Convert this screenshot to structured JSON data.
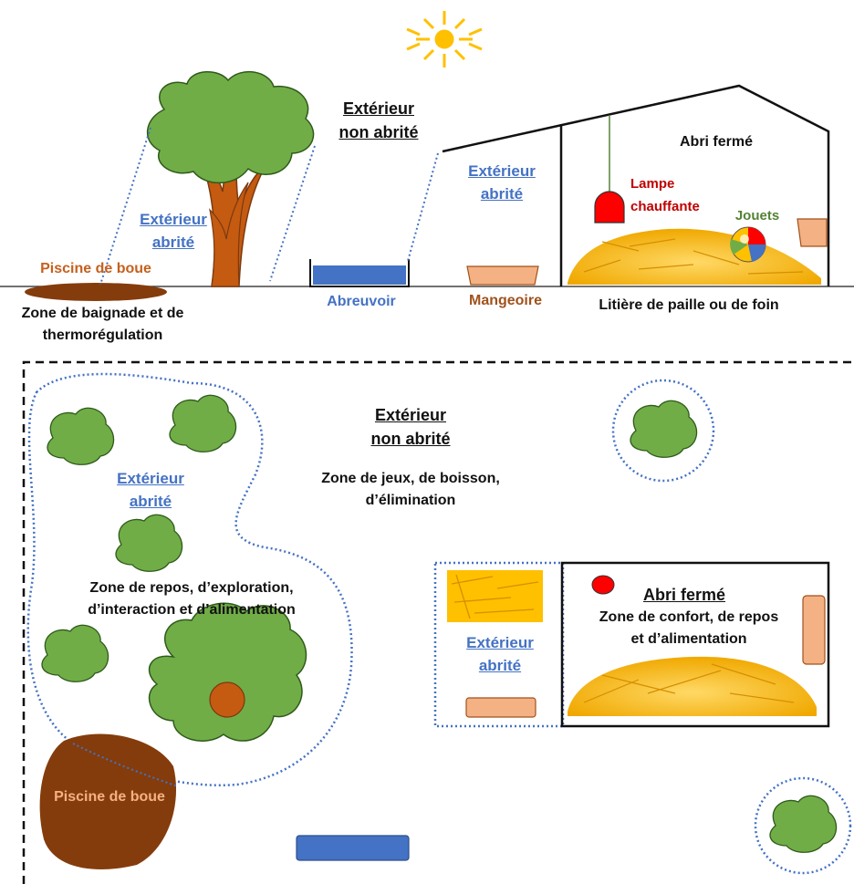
{
  "side_view": {
    "outdoor_open": "Extérieur\nnon abrité",
    "shaded_tree": "Extérieur\nabrité",
    "shaded_roof": "Extérieur\nabrité",
    "closed_shelter": "Abri fermé",
    "heat_lamp": "Lampe\nchauffante",
    "toys": "Jouets",
    "mud_pool": "Piscine de boue",
    "mud_zone": "Zone de baignade et de\nthermorégulation",
    "water_trough": "Abreuvoir",
    "feeder": "Mangeoire",
    "litter": "Litière de paille ou de foin"
  },
  "top_view": {
    "outdoor_open": "Extérieur\nnon abrité",
    "outdoor_open_zone": "Zone de jeux, de boisson,\nd’élimination",
    "shaded_left": "Extérieur\nabrité",
    "shaded_left_zone": "Zone de repos, d’exploration,\nd’interaction et d’alimentation",
    "shaded_right": "Extérieur\nabrité",
    "closed_shelter": "Abri fermé",
    "closed_shelter_zone": "Zone de confort, de repos\net d’alimentation",
    "mud_pool": "Piscine de boue"
  },
  "colors": {
    "tree_green": "#70ad47",
    "trunk": "#c55a11",
    "water": "#4472c4",
    "feeder": "#f4b183",
    "mud": "#843c0c",
    "straw": "#ffc000",
    "lamp": "#ff0000",
    "label_blue": "#4472c4",
    "label_red": "#c00000",
    "sun": "#ffc000"
  }
}
